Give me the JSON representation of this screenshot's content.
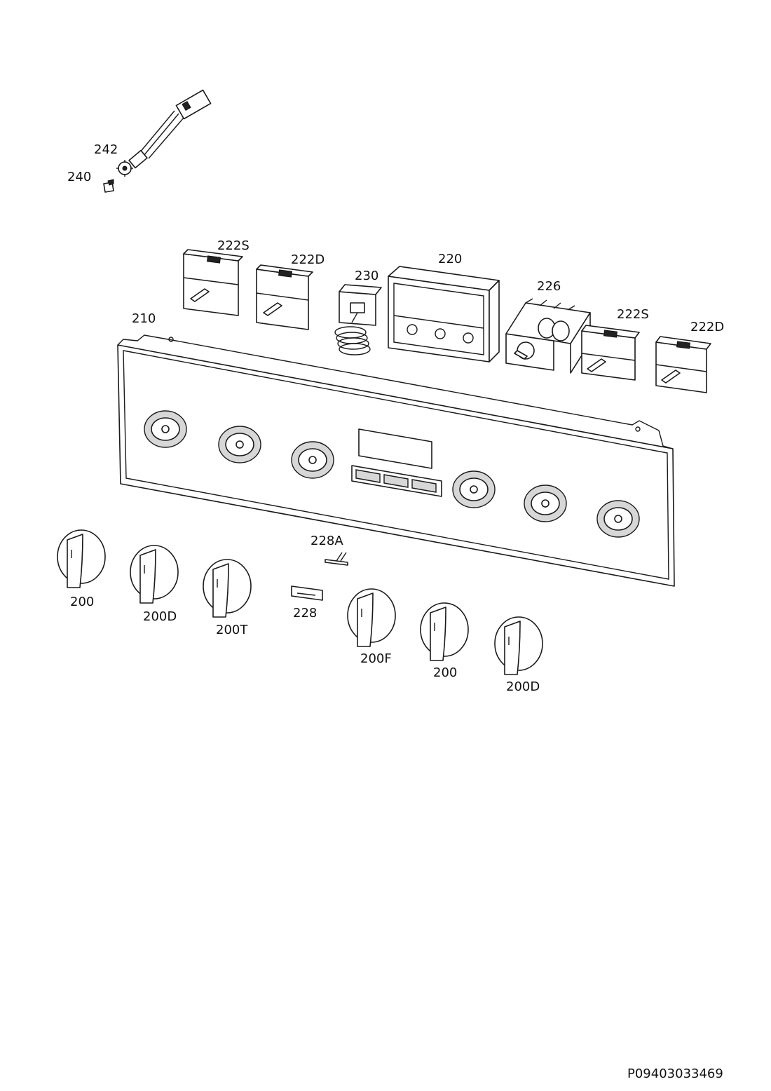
{
  "document_id": "P09403033469",
  "labels": {
    "l242": "242",
    "l240": "240",
    "l222S_a": "222S",
    "l222D_a": "222D",
    "l230": "230",
    "l220": "220",
    "l226": "226",
    "l222S_b": "222S",
    "l222D_b": "222D",
    "l210": "210",
    "l228A": "228A",
    "l228": "228",
    "l200_a": "200",
    "l200D_a": "200D",
    "l200T": "200T",
    "l200F": "200F",
    "l200_b": "200",
    "l200D_b": "200D"
  }
}
